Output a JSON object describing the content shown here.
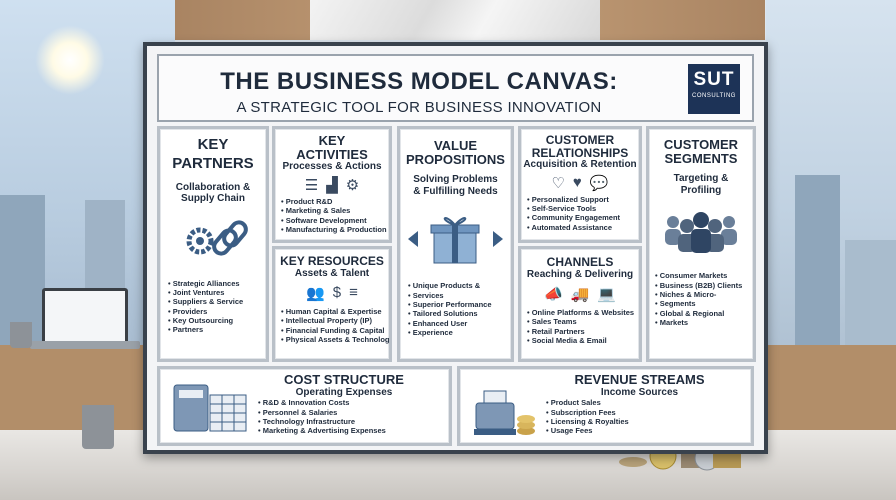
{
  "header": {
    "title": "THE BUSINESS MODEL CANVAS:",
    "subtitle": "A STRATEGIC TOOL FOR BUSINESS INNOVATION"
  },
  "logo": {
    "main": "SUT",
    "sub": "CONSULTING"
  },
  "blocks": {
    "key_partners": {
      "title_1": "KEY",
      "title_2": "PARTNERS",
      "subtitle": "Collaboration & Supply Chain",
      "items": [
        "Strategic Alliances",
        "Joint Ventures",
        "Suppliers & Service",
        "Providers",
        "Key Outsourcing",
        "Partners"
      ]
    },
    "key_activities": {
      "title_1": "KEY",
      "title_2": "ACTIVITIES",
      "subtitle": "Processes & Actions",
      "items": [
        "Product R&D",
        "Marketing & Sales",
        "Software Development",
        "Manufacturing & Production"
      ]
    },
    "key_resources": {
      "title": "KEY RESOURCES",
      "subtitle": "Assets & Talent",
      "items": [
        "Human Capital & Expertise",
        "Intellectual Property (IP)",
        "Financial Funding & Capital",
        "Physical Assets & Technology"
      ]
    },
    "value_propositions": {
      "title_1": "VALUE",
      "title_2": "PROPOSITIONS",
      "subtitle_1": "Solving Problems",
      "subtitle_2": "& Fulfilling Needs",
      "items": [
        "Unique Products &",
        "Services",
        "Superior Performance",
        "Tailored Solutions",
        "Enhanced User",
        "Experience"
      ]
    },
    "customer_relationships": {
      "title_1": "CUSTOMER",
      "title_2": "RELATIONSHIPS",
      "subtitle": "Acquisition & Retention",
      "items": [
        "Personalized Support",
        "Self-Service Tools",
        "Community Engagement",
        "Automated Assistance"
      ]
    },
    "channels": {
      "title": "CHANNELS",
      "subtitle": "Reaching & Delivering",
      "items": [
        "Online Platforms & Websites",
        "Sales Teams",
        "Retail Partners",
        "Social Media & Email"
      ]
    },
    "customer_segments": {
      "title_1": "CUSTOMER",
      "title_2": "SEGMENTS",
      "subtitle_1": "Targeting &",
      "subtitle_2": "Profiling",
      "items": [
        "Consumer Markets",
        "Business (B2B) Clients",
        "Niches & Micro-",
        "Segments",
        "Global & Regional",
        "Markets"
      ]
    },
    "cost_structure": {
      "title": "COST STRUCTURE",
      "subtitle": "Operating Expenses",
      "items": [
        "R&D & Innovation Costs",
        "Personnel & Salaries",
        "Technology Infrastructure",
        "Marketing & Advertising Expenses"
      ]
    },
    "revenue_streams": {
      "title": "REVENUE STREAMS",
      "subtitle": "Income Sources",
      "items": [
        "Product Sales",
        "Subscription Fees",
        "Licensing & Royalties",
        "Usage Fees"
      ]
    }
  },
  "colors": {
    "navy": "#1f2b3c",
    "logo_bg": "#1d3357",
    "board_frame": "#39424d"
  }
}
